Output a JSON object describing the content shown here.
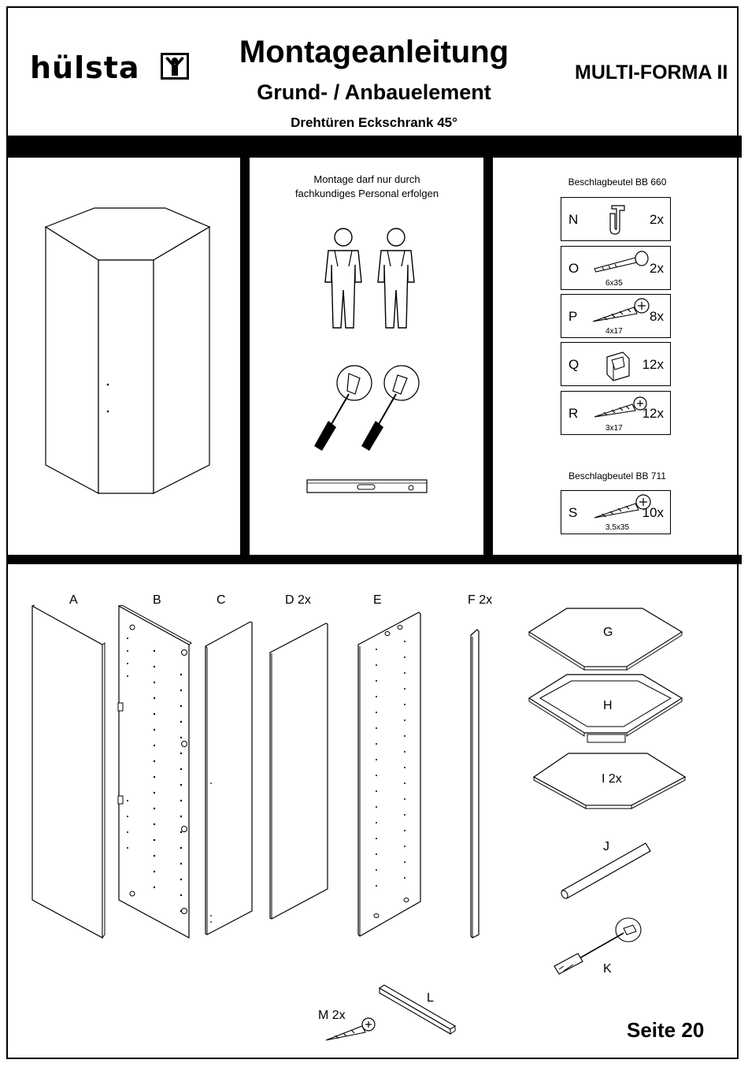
{
  "header": {
    "brand": "hülsta",
    "title": "Montageanleitung",
    "subtitle": "Grund- / Anbauelement",
    "product_desc": "Drehtüren Eckschrank 45°",
    "model": "MULTI-FORMA II"
  },
  "instructions": {
    "personnel_line1": "Montage darf nur durch",
    "personnel_line2": "fachkundiges Personal erfolgen"
  },
  "hardware": {
    "bag1_title": "Beschlagbeutel BB 660",
    "bag2_title": "Beschlagbeutel BB 711",
    "items": [
      {
        "letter": "N",
        "qty": "2x",
        "size": "",
        "icon": "hook-clip-icon"
      },
      {
        "letter": "O",
        "qty": "2x",
        "size": "6x35",
        "icon": "bolt-icon"
      },
      {
        "letter": "P",
        "qty": "8x",
        "size": "4x17",
        "icon": "screw-icon"
      },
      {
        "letter": "Q",
        "qty": "12x",
        "size": "",
        "icon": "shelf-support-icon"
      },
      {
        "letter": "R",
        "qty": "12x",
        "size": "3x17",
        "icon": "screw-icon"
      },
      {
        "letter": "S",
        "qty": "10x",
        "size": "3,5x35",
        "icon": "screw-icon"
      }
    ]
  },
  "parts": {
    "A": "A",
    "B": "B",
    "C": "C",
    "D": "D 2x",
    "E": "E",
    "F": "F 2x",
    "G": "G",
    "H": "H",
    "I": "I 2x",
    "J": "J",
    "K": "K",
    "L": "L",
    "M": "M 2x"
  },
  "footer": {
    "page": "Seite 20"
  }
}
